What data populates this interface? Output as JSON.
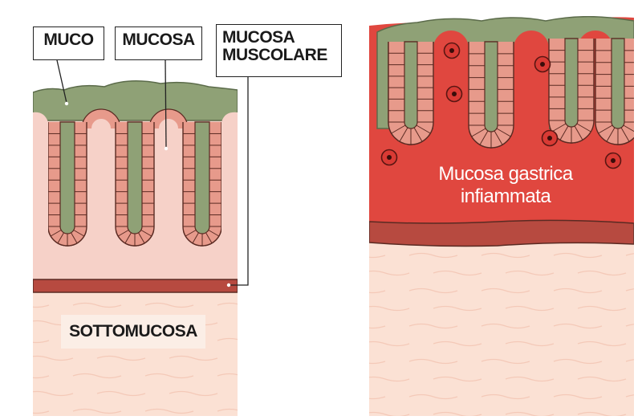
{
  "labels": {
    "muco": "MUCO",
    "mucosa": "MUCOSA",
    "mucosa_muscolare_line1": "MUCOSA",
    "mucosa_muscolare_line2": "MUSCOLARE",
    "sottomucosa": "SOTTOMUCOSA",
    "inflamed_line1": "Mucosa gastrica",
    "inflamed_line2": "infiammata"
  },
  "colors": {
    "mucus": "#8fa176",
    "mucus_dark": "#5b6b4a",
    "mucosa_healthy": "#f6d1c8",
    "epithelium": "#e79a8b",
    "muscularis": "#b74a40",
    "submucosa": "#fbe1d4",
    "inflamed": "#e0473f",
    "inflamed_cell": "#c0201c",
    "outline": "#5a2a22"
  }
}
